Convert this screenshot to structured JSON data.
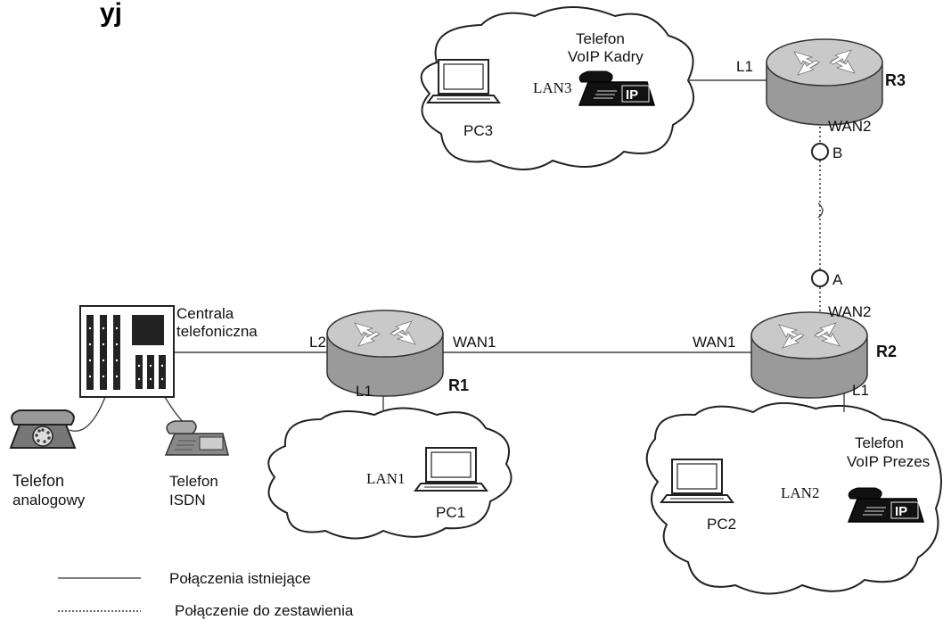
{
  "heading_fragment": "yj",
  "routers": {
    "r1": {
      "name": "R1"
    },
    "r2": {
      "name": "R2"
    },
    "r3": {
      "name": "R3"
    }
  },
  "ports": {
    "r3_l1": "L1",
    "r3_wan2": "WAN2",
    "r2_wan2": "WAN2",
    "r2_wan1": "WAN1",
    "r2_l1": "L1",
    "r1_l2": "L2",
    "r1_wan1": "WAN1",
    "r1_l1": "L1"
  },
  "points": {
    "b": "B",
    "a": "A"
  },
  "exchange": {
    "line1": "Centrala",
    "line2": "telefoniczna"
  },
  "phones": {
    "analog": {
      "line1": "Telefon",
      "line2": "analogowy"
    },
    "isdn": {
      "line1": "Telefon",
      "line2": "ISDN"
    },
    "voip_kadry": {
      "line1": "Telefon",
      "line2": "VoIP Kadry",
      "badge": "IP"
    },
    "voip_prezes": {
      "line1": "Telefon",
      "line2": "VoIP Prezes",
      "badge": "IP"
    }
  },
  "lans": {
    "lan1": "LAN1",
    "lan2": "LAN2",
    "lan3": "LAN3"
  },
  "pcs": {
    "pc1": "PC1",
    "pc2": "PC2",
    "pc3": "PC3"
  },
  "legend": {
    "existing": "Połączenia istniejące",
    "planned": "Połączenie do zestawienia"
  }
}
